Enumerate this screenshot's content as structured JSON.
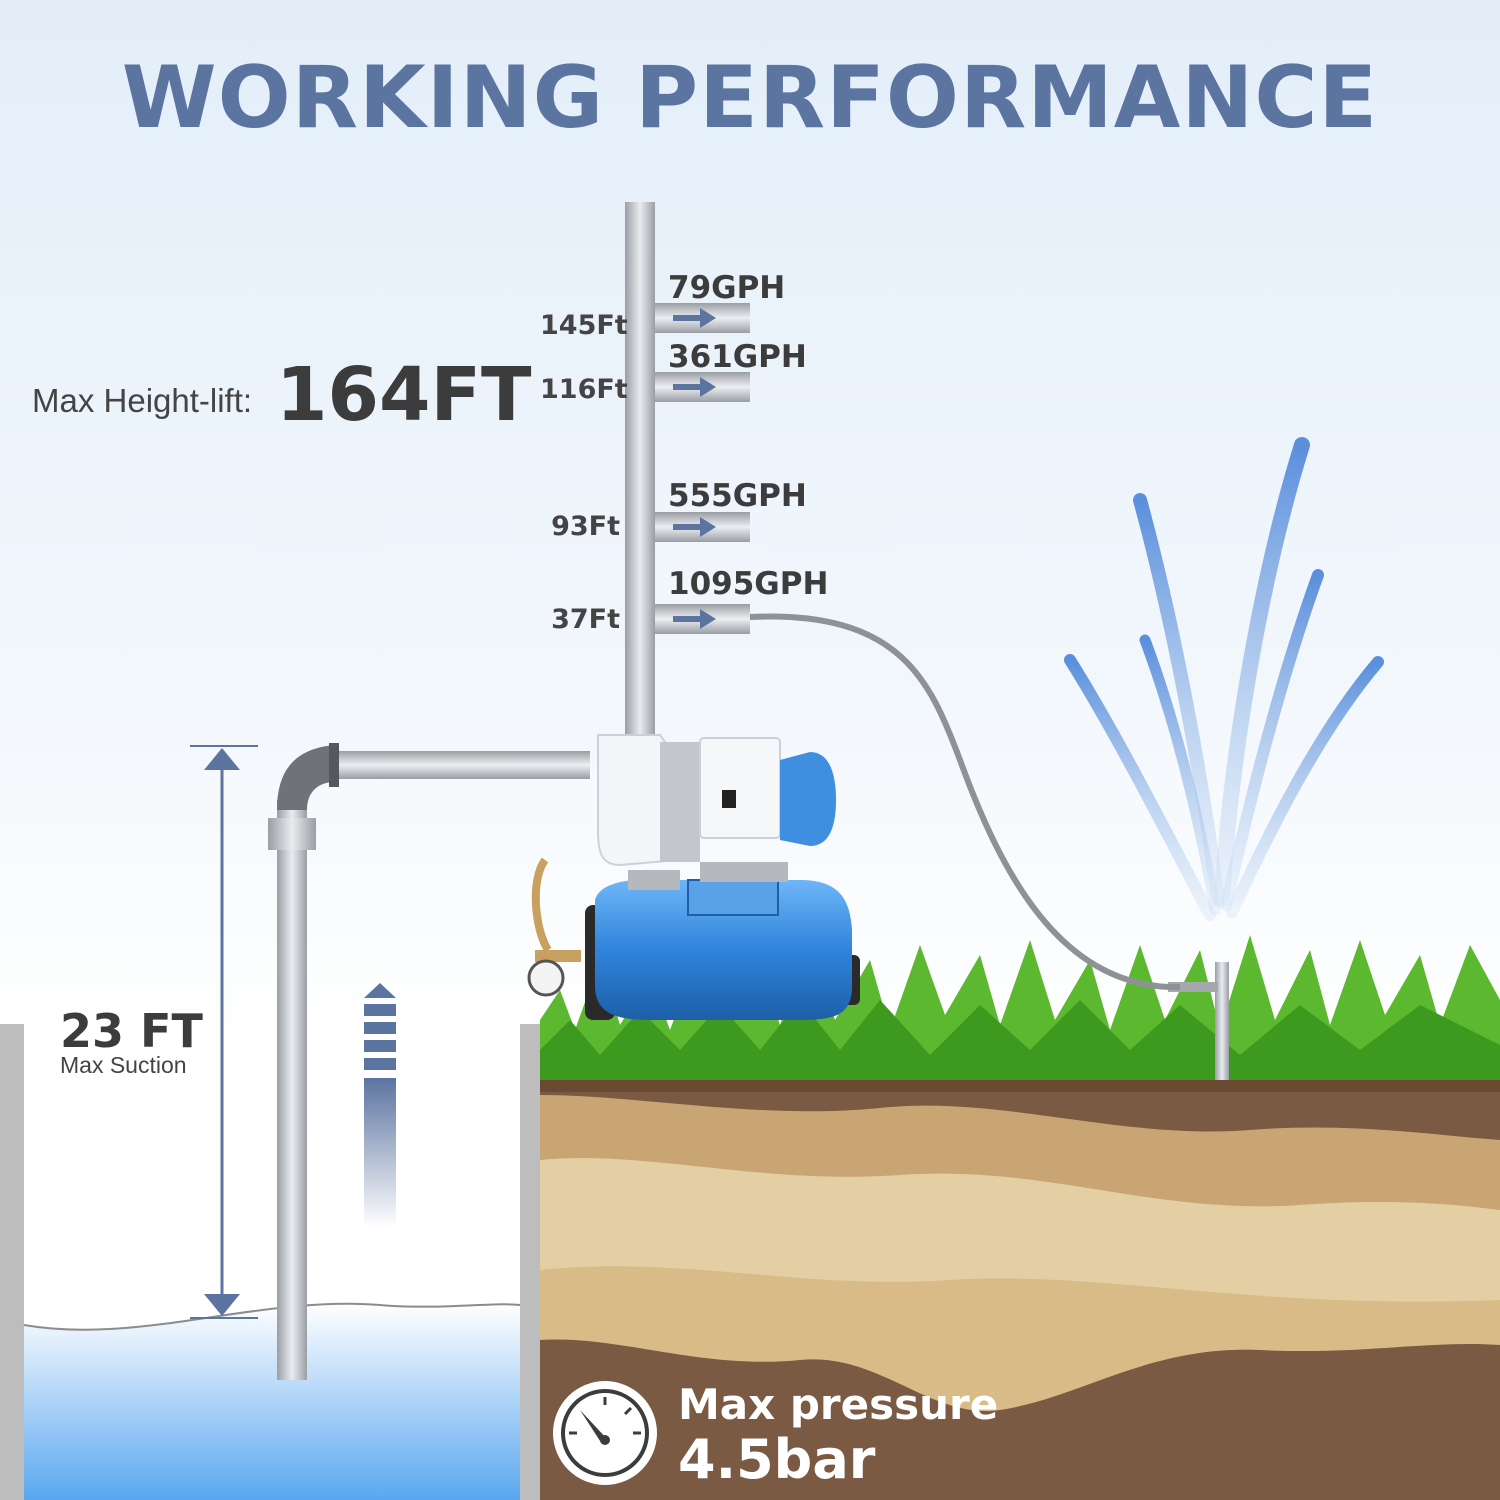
{
  "title": "WORKING PERFORMANCE",
  "max_lift": {
    "label": "Max Height-lift:",
    "value": "164FT"
  },
  "outlets": [
    {
      "height": "145Ft",
      "flow": "79GPH"
    },
    {
      "height": "116Ft",
      "flow": "361GPH"
    },
    {
      "height": "93Ft",
      "flow": "555GPH"
    },
    {
      "height": "37Ft",
      "flow": "1095GPH"
    }
  ],
  "suction": {
    "value": "23 FT",
    "label": "Max Suction"
  },
  "pressure": {
    "label": "Max pressure",
    "value": "4.5bar"
  },
  "colors": {
    "title": "#5b74a0",
    "arrow": "#5b74a0",
    "tank": "#3f8fe0",
    "grass": "#5cb82e",
    "soil": "#7a5a42"
  },
  "icons": [
    "arrow-right-icon",
    "double-arrow-icon",
    "up-arrow-icon",
    "gauge-icon"
  ]
}
